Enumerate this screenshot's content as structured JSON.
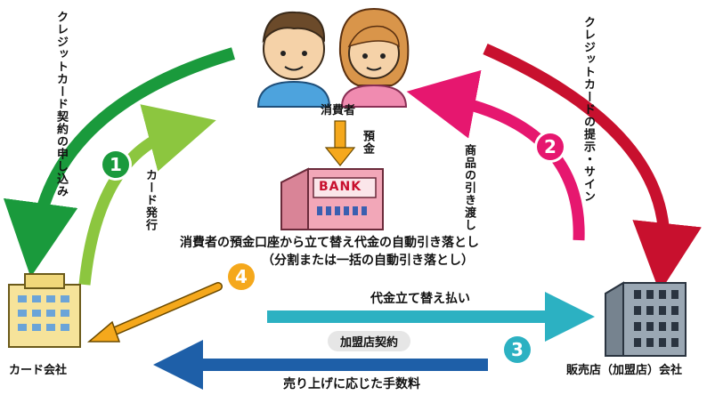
{
  "nodes": {
    "consumer": "消費者",
    "card_company": "カード会社",
    "merchant": "販売店（加盟店）会社",
    "bank_sign": "BANK"
  },
  "flows": {
    "apply": "クレジットカード契約の申し込み",
    "card_issue": "カード発行",
    "present_sign": "クレジットカードの提示・サイン",
    "goods_delivery": "商品の引き渡し",
    "deposit": "預金",
    "auto_debit_line1": "消費者の預金口座から立て替え代金の自動引き落とし",
    "auto_debit_line2": "（分割または一括の自動引き落とし）",
    "advance_payment": "代金立て替え払い",
    "merchant_contract": "加盟店契約",
    "fee": "売り上げに応じた手数料"
  },
  "badges": {
    "b1": "1",
    "b2": "2",
    "b3": "3",
    "b4": "4"
  },
  "colors": {
    "green_dark": "#1a9a3c",
    "green_light": "#8cc63f",
    "red_dark": "#c8102e",
    "pink": "#e6176f",
    "orange": "#f5a81c",
    "teal": "#2cb1c2",
    "blue": "#1e5fa8",
    "building_yellow": "#f6e39a",
    "bank_pink": "#f2a7b8",
    "merchant_gray": "#9aa7b3"
  }
}
